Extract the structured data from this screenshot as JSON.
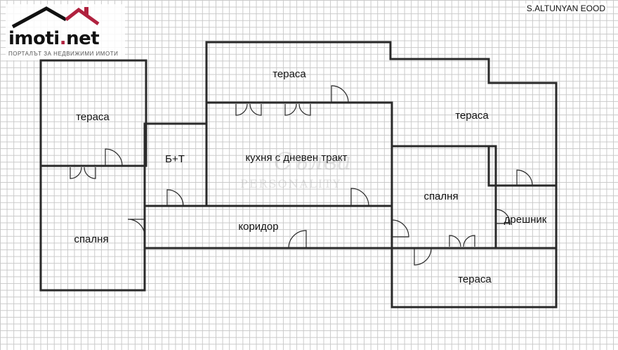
{
  "brand": {
    "name": "imoti",
    "dot": ".",
    "tld": "net",
    "tagline": "ПОРТАЛЪТ ЗА НЕДВИЖИМИ ИМОТИ",
    "accent_color": "#b0223f",
    "icon": "house-roof-icon"
  },
  "agency": {
    "name": "S.ALTUNYAN EOOD"
  },
  "floor_plan": {
    "rooms": [
      {
        "id": "terrace-left",
        "label": "тераса"
      },
      {
        "id": "bedroom-left",
        "label": "спалня"
      },
      {
        "id": "bath-wc",
        "label": "Б+Т"
      },
      {
        "id": "terrace-top",
        "label": "тераса"
      },
      {
        "id": "kitchen-living",
        "label": "кухня с дневен тракт"
      },
      {
        "id": "corridor",
        "label": "коридор"
      },
      {
        "id": "terrace-right",
        "label": "тераса"
      },
      {
        "id": "bedroom-right",
        "label": "спалня"
      },
      {
        "id": "wardrobe",
        "label": "дрешник"
      },
      {
        "id": "terrace-bottom",
        "label": "тераса"
      }
    ]
  },
  "watermark": {
    "line1": "Сълва",
    "line2": "PERSONALITY"
  }
}
